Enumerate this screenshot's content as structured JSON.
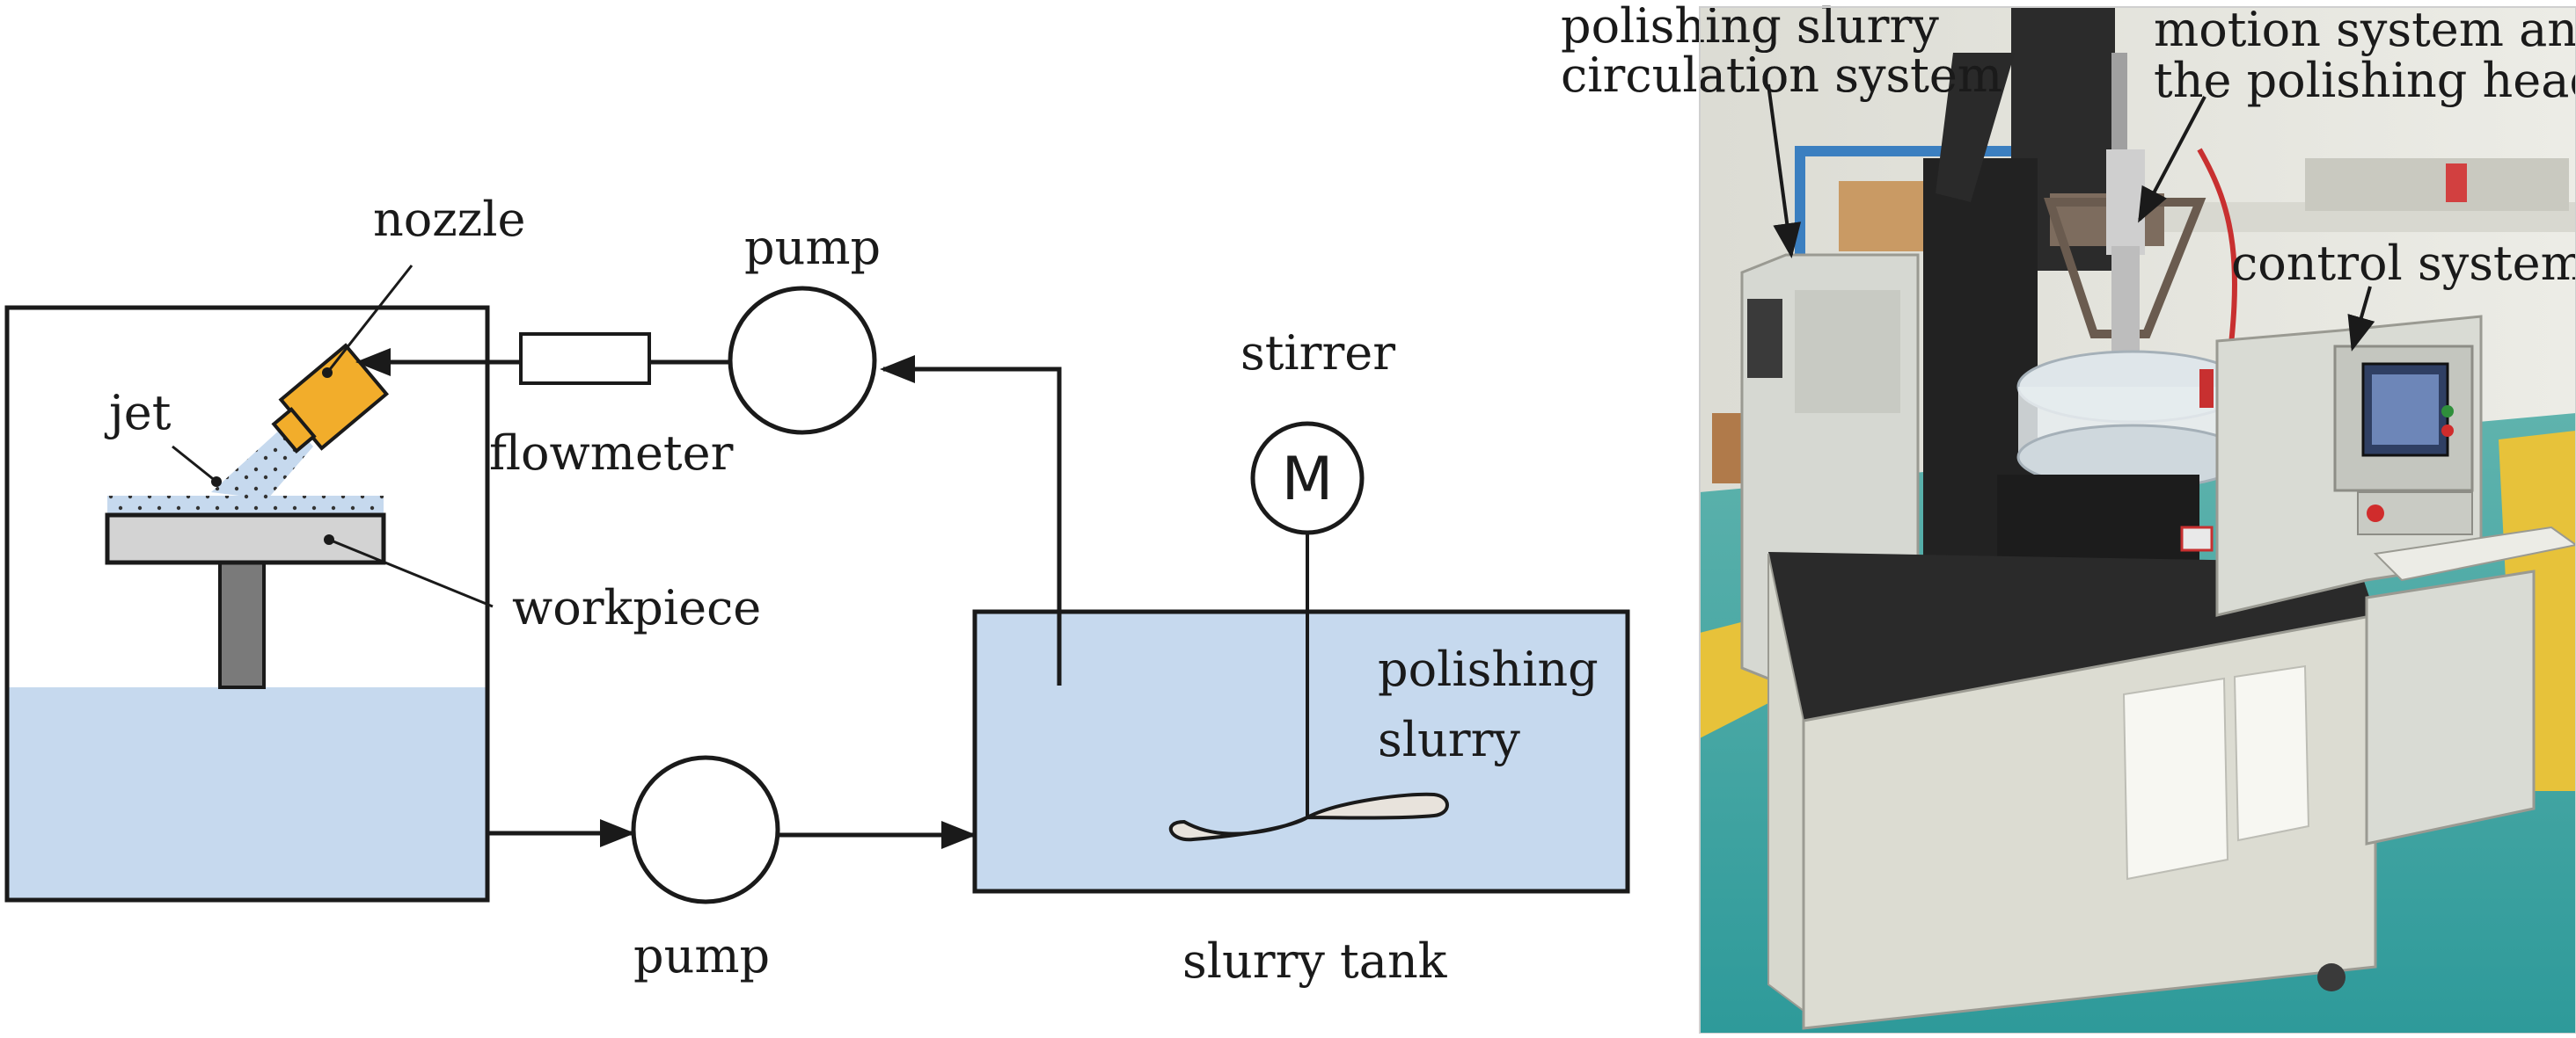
{
  "schematic": {
    "labels": {
      "nozzle": "nozzle",
      "jet": "jet",
      "workpiece": "workpiece",
      "pump_top": "pump",
      "flowmeter": "flowmeter",
      "stirrer": "stirrer",
      "motor": "M",
      "polishing_slurry_1": "polishing",
      "polishing_slurry_2": "slurry",
      "pump_bottom": "pump",
      "slurry_tank": "slurry tank"
    },
    "colors": {
      "slurry": "#c6d9ee",
      "nozzle": "#f2ad2b",
      "workpiece": "#d3d3d3",
      "support": "#7a7a7a",
      "line": "#1a1a1a"
    }
  },
  "photo": {
    "labels": {
      "circulation_1": "polishing slurry",
      "circulation_2": "circulation system",
      "motion_1": "motion system and",
      "motion_2": "the polishing head",
      "control": "control system"
    }
  }
}
